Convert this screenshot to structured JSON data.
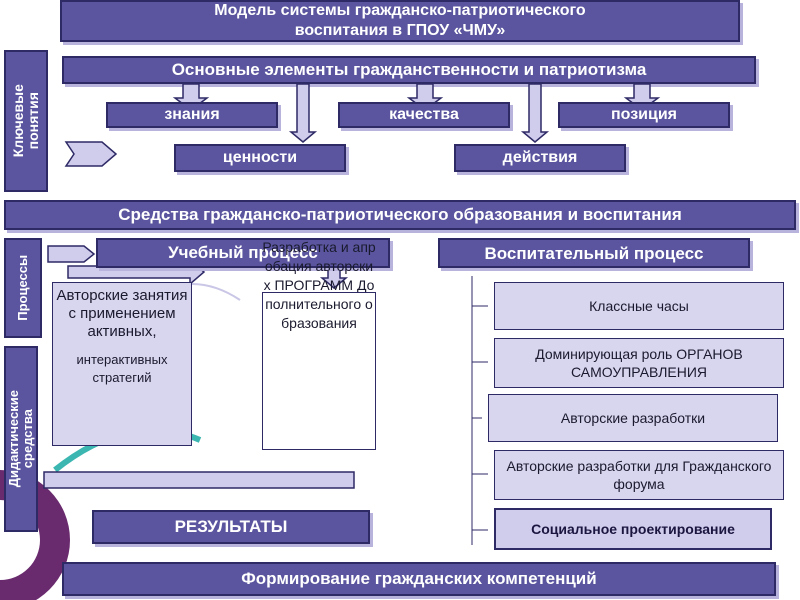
{
  "title": {
    "line1": "Модель системы гражданско-патриотического",
    "line2": "воспитания в ГПОУ «ЧМУ»"
  },
  "side_labels": {
    "key_concepts": "Ключевые понятия",
    "processes": "Процессы",
    "didactic": "Дидактические средства"
  },
  "core": {
    "main": "Основные элементы гражданственности и патриотизма",
    "items": [
      "знания",
      "качества",
      "позиция",
      "ценности",
      "действия"
    ]
  },
  "means": "Средства гражданско-патриотического образования и воспитания",
  "study": {
    "header": "Учебный процесс",
    "author_lessons_top": "Авторские занятия с применением активных,",
    "author_lessons_bottom": "интерактивных стратегий",
    "program_text": "Разработка и апробация авторских ПРОГРАММ Дополнительного образования"
  },
  "upbringing": {
    "header": "Воспитательный процесс",
    "items": [
      "Классные часы",
      "Доминирующая роль ОРГАНОВ САМОУПРАВЛЕНИЯ",
      "Авторские разработки",
      "Авторские разработки для Гражданского форума",
      "Социальное проектирование"
    ]
  },
  "results": "РЕЗУЛЬТАТЫ",
  "footer": "Формирование гражданских компетенций",
  "colors": {
    "primary": "#5a559e",
    "light": "#d0ccec",
    "border": "#2e2a66",
    "deco_purple": "#6a2a6e",
    "deco_teal": "#3cb6b0"
  }
}
